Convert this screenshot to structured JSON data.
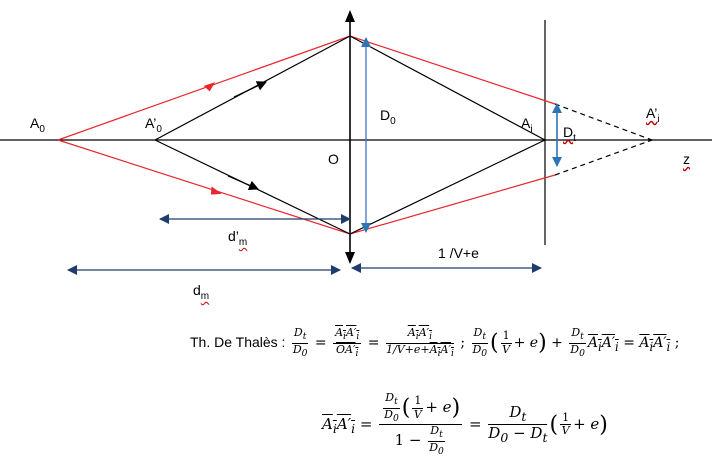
{
  "labels": {
    "A0": "A",
    "A0_sub": "0",
    "Ap0": "A’",
    "Ap0_sub": "0",
    "D0": "D",
    "D0_sub": "0",
    "O": "O",
    "Ai": "A",
    "Ai_sub": "i",
    "Dt": "D",
    "Dt_sub": "t",
    "Api": "A’",
    "Api_sub": "i",
    "z": "z",
    "dpm": "d’",
    "dpm_sub": "m",
    "dm": "d",
    "dm_sub": "m",
    "inv": "1 /V+e"
  },
  "equations": {
    "thales_prefix": "Th. De Thalès :",
    "Dt": "D",
    "Dt_sub": "t",
    "D0": "D",
    "D0_sub": "0",
    "AiApi": "A",
    "i_sub": "i",
    "Api": "A′",
    "OApi": "OA′",
    "one": "1",
    "V": "V",
    "plus_e": "+ e",
    "e_plus": "+e+",
    "equals": "=",
    "semicolon": ";",
    "plus": "+",
    "minus": "1 −",
    "D0_minus_Dt": "− D"
  },
  "colors": {
    "red_ray": "#e8262d",
    "black_ray": "#000000",
    "blue_dim": "#4472c4",
    "blue_arrow": "#2e75b6",
    "navy_dim": "#1f3d6b"
  }
}
